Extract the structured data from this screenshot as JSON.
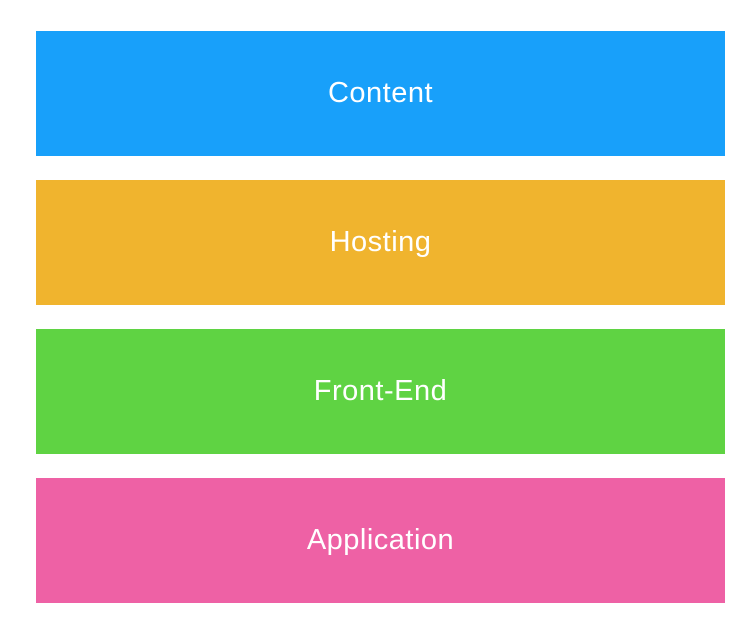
{
  "diagram": {
    "title": "web-stack-layers",
    "background": "#ffffff",
    "text_color": "#ffffff",
    "layers": [
      {
        "label": "Content",
        "color": "#18A0FA"
      },
      {
        "label": "Hosting",
        "color": "#F0B42E"
      },
      {
        "label": "Front-End",
        "color": "#5FD343"
      },
      {
        "label": "Application",
        "color": "#EE61A5"
      }
    ]
  }
}
